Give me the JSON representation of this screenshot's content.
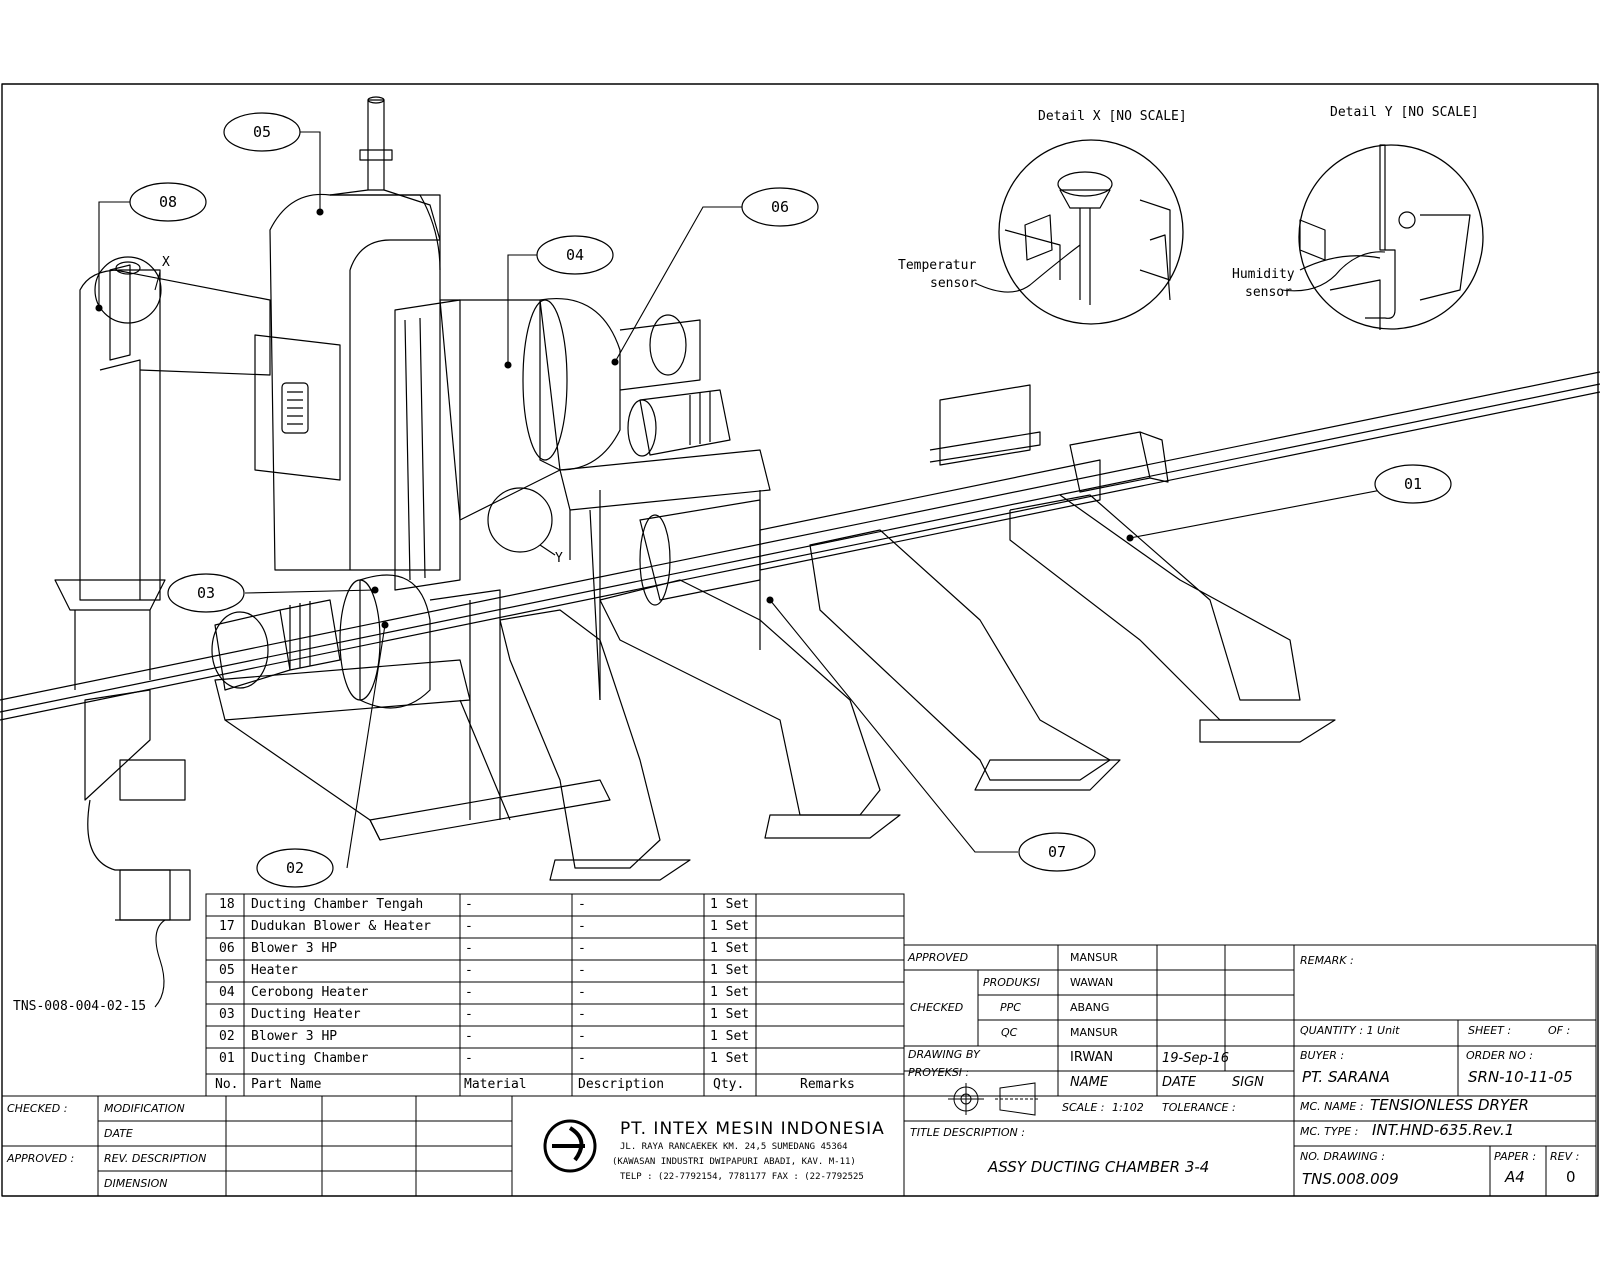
{
  "callouts": [
    {
      "id": "01",
      "label": "01"
    },
    {
      "id": "02",
      "label": "02"
    },
    {
      "id": "03",
      "label": "03"
    },
    {
      "id": "04",
      "label": "04"
    },
    {
      "id": "05",
      "label": "05"
    },
    {
      "id": "06",
      "label": "06"
    },
    {
      "id": "07",
      "label": "07"
    },
    {
      "id": "08",
      "label": "08"
    }
  ],
  "markers": {
    "x": "X",
    "y": "Y"
  },
  "details": {
    "x_title": "Detail X [NO SCALE]",
    "y_title": "Detail Y [NO SCALE]",
    "temp_line1": "Temperatur",
    "temp_line2": "sensor",
    "hum_line1": "Humidity",
    "hum_line2": "sensor"
  },
  "side_ref": "TNS-008-004-02-15",
  "bom": {
    "headers": {
      "no": "No.",
      "part": "Part Name",
      "material": "Material",
      "description": "Description",
      "qty": "Qty.",
      "remarks": "Remarks"
    },
    "rows": [
      {
        "no": "18",
        "part": "Ducting Chamber Tengah",
        "material": "-",
        "description": "-",
        "qty": "1 Set",
        "remarks": ""
      },
      {
        "no": "17",
        "part": "Dudukan Blower & Heater",
        "material": "-",
        "description": "-",
        "qty": "1 Set",
        "remarks": ""
      },
      {
        "no": "06",
        "part": "Blower 3 HP",
        "material": "-",
        "description": "-",
        "qty": "1 Set",
        "remarks": ""
      },
      {
        "no": "05",
        "part": "Heater",
        "material": "-",
        "description": "-",
        "qty": "1 Set",
        "remarks": ""
      },
      {
        "no": "04",
        "part": "Cerobong Heater",
        "material": "-",
        "description": "-",
        "qty": "1 Set",
        "remarks": ""
      },
      {
        "no": "03",
        "part": "Ducting Heater",
        "material": "-",
        "description": "-",
        "qty": "1 Set",
        "remarks": ""
      },
      {
        "no": "02",
        "part": "Blower 3 HP",
        "material": "-",
        "description": "-",
        "qty": "1 Set",
        "remarks": ""
      },
      {
        "no": "01",
        "part": "Ducting Chamber",
        "material": "-",
        "description": "-",
        "qty": "1 Set",
        "remarks": ""
      }
    ]
  },
  "revision": {
    "checked": "CHECKED :",
    "approved": "APPROVED :",
    "modification": "MODIFICATION",
    "date": "DATE",
    "rev_description": "REV. DESCRIPTION",
    "dimension": "DIMENSION"
  },
  "company": {
    "name": "PT. INTEX MESIN INDONESIA",
    "addr1": "JL. RAYA RANCAEKEK KM. 24,5 SUMEDANG 45364",
    "addr2": "(KAWASAN INDUSTRI DWIPAPURI ABADI, KAV. M-11)",
    "addr3": "TELP : (22-7792154, 7781177 FAX : (22-7792525"
  },
  "approval": {
    "approved_label": "APPROVED",
    "approved_name": "MANSUR",
    "checked_label": "CHECKED",
    "produksi_label": "PRODUKSI",
    "produksi_name": "WAWAN",
    "ppc_label": "PPC",
    "ppc_name": "ABANG",
    "qc_label": "QC",
    "qc_name": "MANSUR",
    "drawing_by_label": "DRAWING BY",
    "drawing_by_name": "IRWAN",
    "drawing_date": "19-Sep-16",
    "proyeksi_label": "PROYEKSI :",
    "name_col": "NAME",
    "date_col": "DATE",
    "sign_col": "SIGN",
    "scale_label": "SCALE :",
    "scale_value": "1:102",
    "tolerance_label": "TOLERANCE :",
    "title_desc_label": "TITLE DESCRIPTION :",
    "title_desc": "ASSY DUCTING CHAMBER 3-4"
  },
  "info": {
    "remark_label": "REMARK :",
    "quantity_label": "QUANTITY : 1 Unit",
    "sheet_label": "SHEET :",
    "of_label": "OF :",
    "buyer_label": "BUYER :",
    "buyer": "PT. SARANA",
    "order_label": "ORDER NO :",
    "order": "SRN-10-11-05",
    "mc_name_label": "MC. NAME :",
    "mc_name": "TENSIONLESS DRYER",
    "mc_type_label": "MC. TYPE :",
    "mc_type": "INT.HND-635.Rev.1",
    "no_drawing_label": "NO. DRAWING :",
    "no_drawing": "TNS.008.009",
    "paper_label": "PAPER :",
    "paper": "A4",
    "rev_label": "REV :",
    "rev": "0"
  }
}
